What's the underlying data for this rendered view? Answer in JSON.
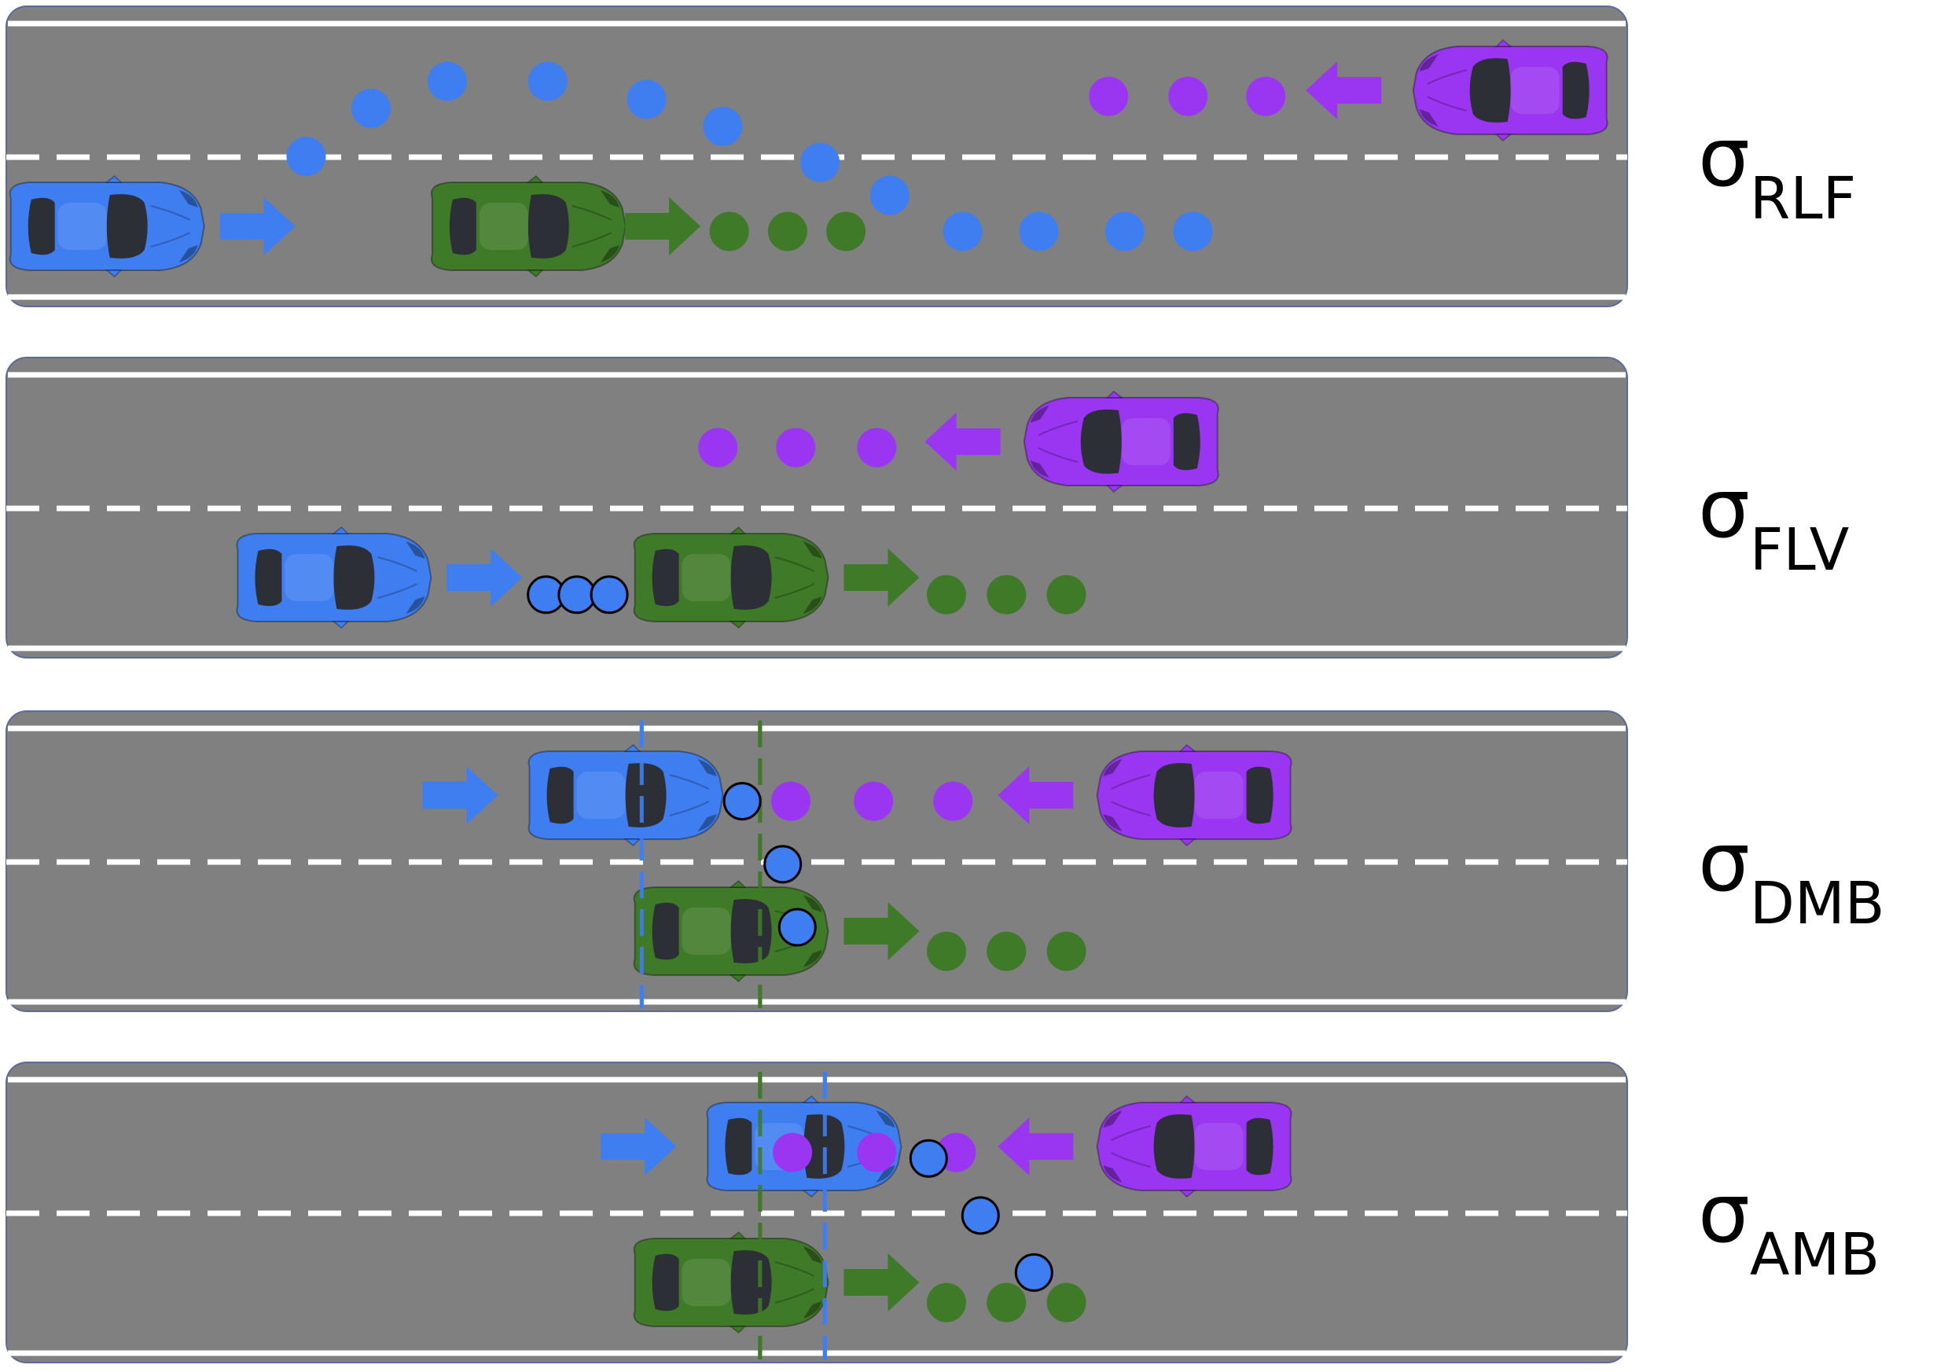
{
  "colors": {
    "road": "#808080",
    "road_edge": "#5b6b9a",
    "lane_line": "#ffffff",
    "ego_blue": "#3f7ef0",
    "lead_green": "#3f7a28",
    "oncoming_purple": "#9a36f2",
    "windshield": "#2d2f36",
    "marker_outline": "#000000"
  },
  "panels": [
    {
      "id": "rlf",
      "label": {
        "sigma": "σ",
        "sub": "RLF"
      },
      "cars": [
        {
          "id": "ego",
          "color": "blue",
          "lane": "bottom",
          "dir": "right",
          "pos": 0.06
        },
        {
          "id": "lead",
          "color": "green",
          "lane": "bottom",
          "dir": "right",
          "pos": 0.32
        },
        {
          "id": "oncoming",
          "color": "purple",
          "lane": "top",
          "dir": "left",
          "pos": 0.93
        }
      ],
      "arrows": [
        {
          "color": "blue",
          "dir": "right",
          "lane": "bottom",
          "pos": 0.155
        },
        {
          "color": "green",
          "dir": "right",
          "lane": "bottom",
          "pos": 0.405
        },
        {
          "color": "purple",
          "dir": "left",
          "lane": "top",
          "pos": 0.825
        }
      ],
      "trajectories": [
        {
          "color": "blue",
          "outlined": false,
          "points": [
            [
              0.185,
              0.5
            ],
            [
              0.225,
              0.34
            ],
            [
              0.272,
              0.25
            ],
            [
              0.334,
              0.25
            ],
            [
              0.395,
              0.31
            ],
            [
              0.442,
              0.4
            ],
            [
              0.502,
              0.52
            ],
            [
              0.545,
              0.63
            ],
            [
              0.59,
              0.75
            ],
            [
              0.637,
              0.75
            ],
            [
              0.69,
              0.75
            ],
            [
              0.732,
              0.75
            ]
          ]
        },
        {
          "color": "green",
          "outlined": false,
          "points": [
            [
              0.446,
              0.75
            ],
            [
              0.482,
              0.75
            ],
            [
              0.518,
              0.75
            ]
          ]
        },
        {
          "color": "purple",
          "outlined": false,
          "points": [
            [
              0.68,
              0.3
            ],
            [
              0.729,
              0.3
            ],
            [
              0.777,
              0.3
            ]
          ]
        }
      ],
      "guides": []
    },
    {
      "id": "flv",
      "label": {
        "sigma": "σ",
        "sub": "FLV"
      },
      "cars": [
        {
          "id": "ego",
          "color": "blue",
          "lane": "bottom",
          "dir": "right",
          "pos": 0.2
        },
        {
          "id": "lead",
          "color": "green",
          "lane": "bottom",
          "dir": "right",
          "pos": 0.445
        },
        {
          "id": "oncoming",
          "color": "purple",
          "lane": "top",
          "dir": "left",
          "pos": 0.69
        }
      ],
      "arrows": [
        {
          "color": "blue",
          "dir": "right",
          "lane": "bottom",
          "pos": 0.295
        },
        {
          "color": "green",
          "dir": "right",
          "lane": "bottom",
          "pos": 0.54
        },
        {
          "color": "purple",
          "dir": "left",
          "lane": "top",
          "pos": 0.59
        }
      ],
      "trajectories": [
        {
          "color": "blue",
          "outlined": true,
          "points": [
            [
              0.333,
              0.79
            ],
            [
              0.352,
              0.79
            ],
            [
              0.372,
              0.79
            ]
          ]
        },
        {
          "color": "green",
          "outlined": false,
          "points": [
            [
              0.58,
              0.79
            ],
            [
              0.617,
              0.79
            ],
            [
              0.654,
              0.79
            ]
          ]
        },
        {
          "color": "purple",
          "outlined": false,
          "points": [
            [
              0.439,
              0.3
            ],
            [
              0.487,
              0.3
            ],
            [
              0.537,
              0.3
            ]
          ]
        }
      ],
      "guides": []
    },
    {
      "id": "dmb",
      "label": {
        "sigma": "σ",
        "sub": "DMB"
      },
      "cars": [
        {
          "id": "ego",
          "color": "blue",
          "lane": "top",
          "dir": "right",
          "pos": 0.38
        },
        {
          "id": "lead",
          "color": "green",
          "lane": "bottom",
          "dir": "right",
          "pos": 0.445
        },
        {
          "id": "oncoming",
          "color": "purple",
          "lane": "top",
          "dir": "left",
          "pos": 0.735
        }
      ],
      "arrows": [
        {
          "color": "blue",
          "dir": "right",
          "lane": "top",
          "pos": 0.28
        },
        {
          "color": "green",
          "dir": "right",
          "lane": "bottom",
          "pos": 0.54
        },
        {
          "color": "purple",
          "dir": "left",
          "lane": "top",
          "pos": 0.635
        }
      ],
      "trajectories": [
        {
          "color": "purple",
          "outlined": false,
          "points": [
            [
              0.484,
              0.3
            ],
            [
              0.535,
              0.3
            ],
            [
              0.584,
              0.3
            ]
          ]
        },
        {
          "color": "green",
          "outlined": false,
          "points": [
            [
              0.58,
              0.8
            ],
            [
              0.617,
              0.8
            ],
            [
              0.654,
              0.8
            ]
          ]
        },
        {
          "color": "blue",
          "outlined": true,
          "points": [
            [
              0.454,
              0.3
            ],
            [
              0.479,
              0.51
            ],
            [
              0.488,
              0.72
            ]
          ]
        }
      ],
      "guides": [
        {
          "color": "blue",
          "pos": 0.392
        },
        {
          "color": "green",
          "pos": 0.465
        }
      ]
    },
    {
      "id": "amb",
      "label": {
        "sigma": "σ",
        "sub": "AMB"
      },
      "cars": [
        {
          "id": "ego",
          "color": "blue",
          "lane": "top",
          "dir": "right",
          "pos": 0.49
        },
        {
          "id": "lead",
          "color": "green",
          "lane": "bottom",
          "dir": "right",
          "pos": 0.445
        },
        {
          "id": "oncoming",
          "color": "purple",
          "lane": "top",
          "dir": "left",
          "pos": 0.735
        }
      ],
      "arrows": [
        {
          "color": "blue",
          "dir": "right",
          "lane": "top",
          "pos": 0.39
        },
        {
          "color": "green",
          "dir": "right",
          "lane": "bottom",
          "pos": 0.54
        },
        {
          "color": "purple",
          "dir": "left",
          "lane": "top",
          "pos": 0.635
        }
      ],
      "trajectories": [
        {
          "color": "purple",
          "outlined": false,
          "points": [
            [
              0.485,
              0.3
            ],
            [
              0.537,
              0.3
            ],
            [
              0.586,
              0.3
            ]
          ]
        },
        {
          "color": "green",
          "outlined": false,
          "points": [
            [
              0.58,
              0.8
            ],
            [
              0.617,
              0.8
            ],
            [
              0.654,
              0.8
            ]
          ]
        },
        {
          "color": "blue",
          "outlined": true,
          "points": [
            [
              0.569,
              0.32
            ],
            [
              0.601,
              0.51
            ],
            [
              0.634,
              0.7
            ]
          ]
        }
      ],
      "guides": [
        {
          "color": "green",
          "pos": 0.465
        },
        {
          "color": "blue",
          "pos": 0.505
        }
      ]
    }
  ]
}
